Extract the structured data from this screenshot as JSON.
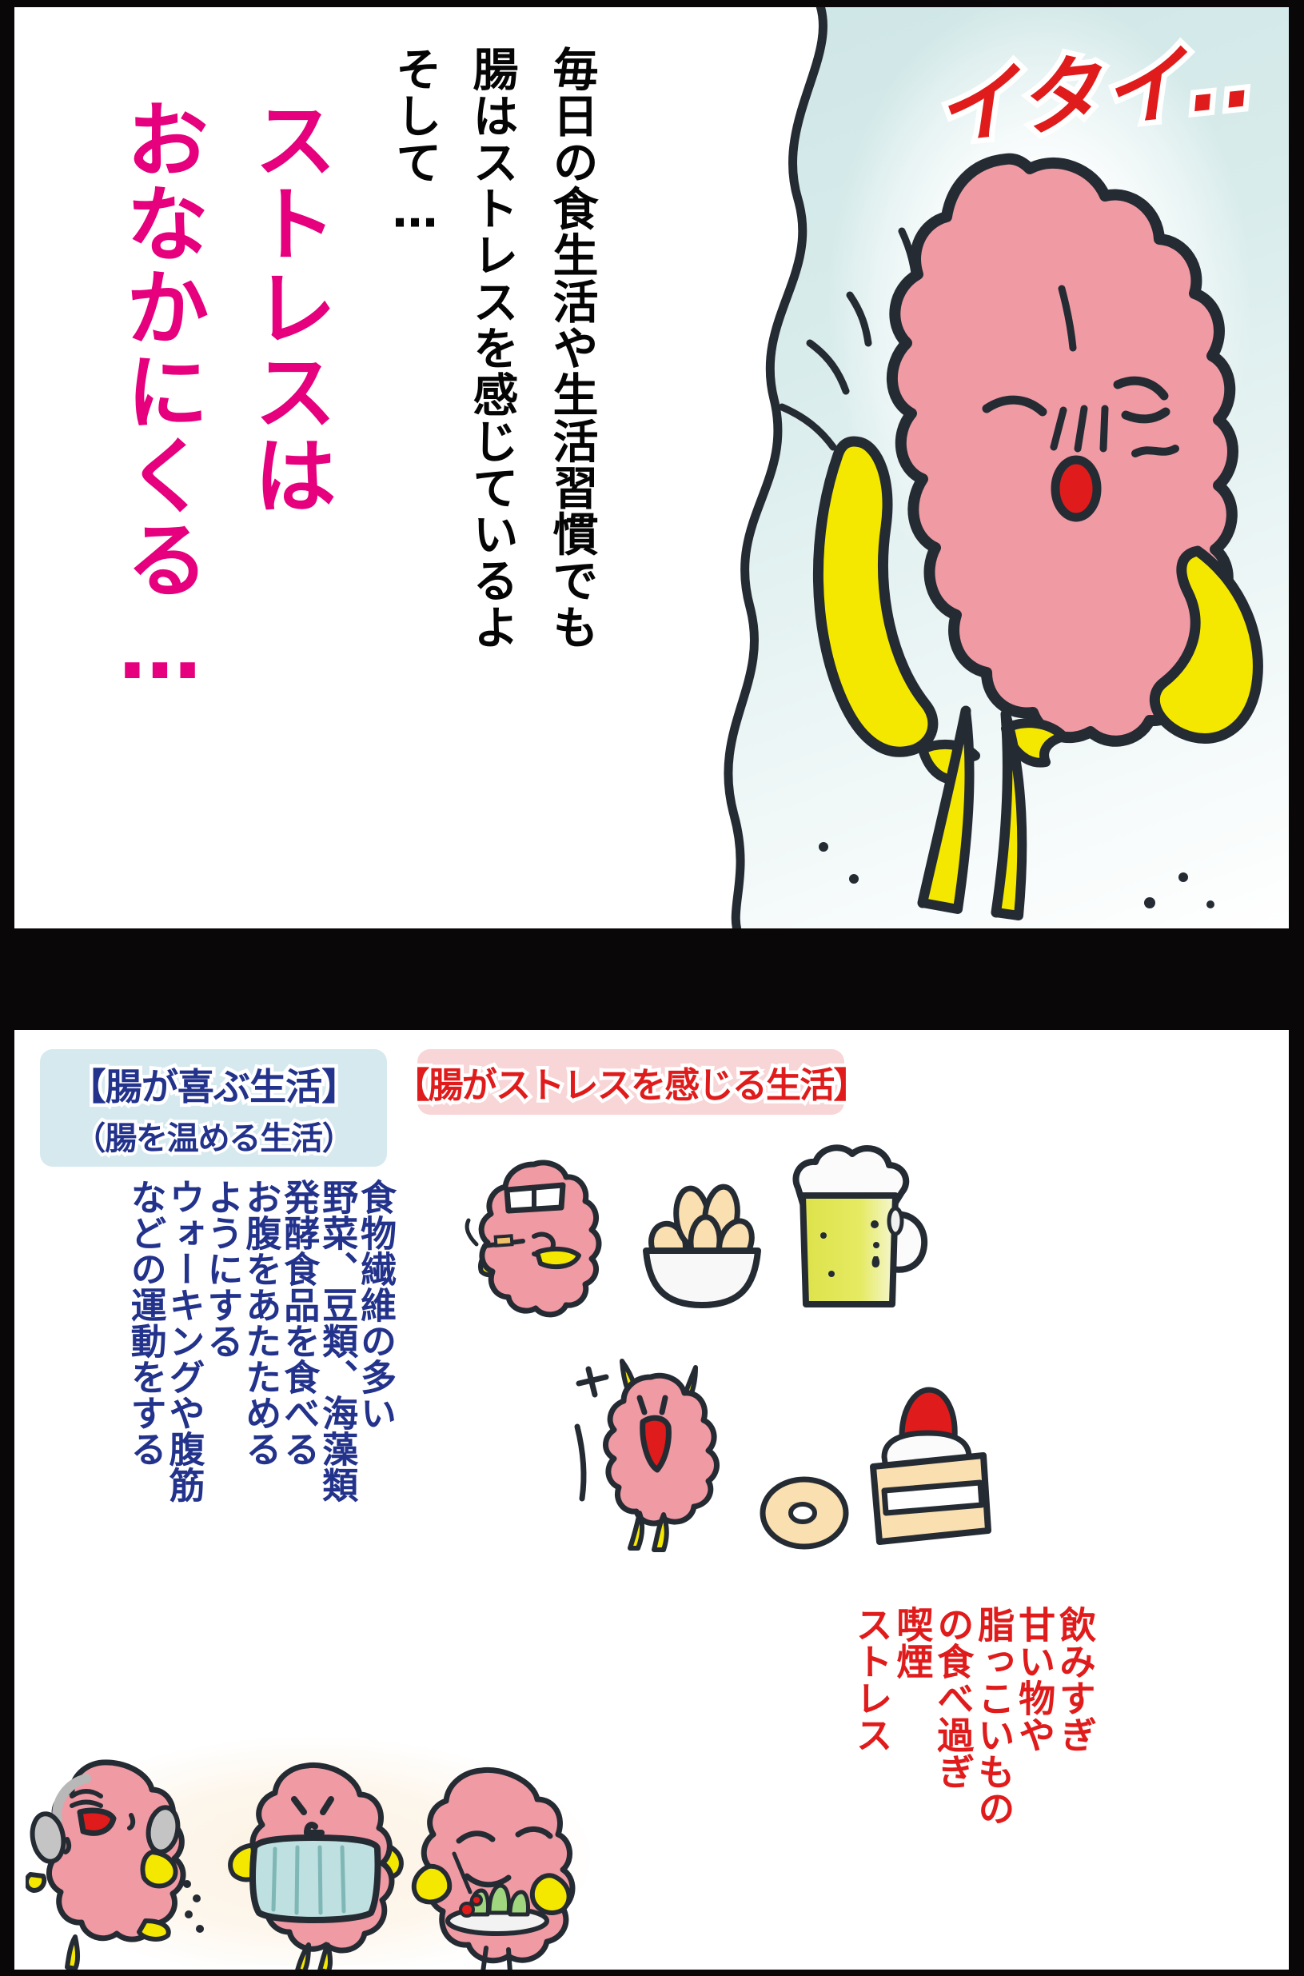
{
  "page": {
    "background_color": "#0a0708",
    "panel_background": "#ffffff"
  },
  "panel1": {
    "name": "stress-comes-to-belly-panel",
    "narration_lines": [
      "毎日の食生活や生活習慣でも",
      "腸はストレスを感じているよ",
      "そして…"
    ],
    "headline_lines": [
      "ストレスは",
      "おなかにくる…"
    ],
    "sound_effect": "イタイ..",
    "colors": {
      "headline": "#e6007e",
      "narration": "#050505",
      "sound_effect": "#e01b1b",
      "background_teal": "#cfe6e6",
      "character_body": "#f09aa4",
      "character_limbs": "#f5e800",
      "outline": "#252b33",
      "mouth": "#e01b1b"
    },
    "character": {
      "name": "intestine-mascot-in-pain",
      "expression": "pained"
    }
  },
  "panel2": {
    "name": "gut-lifestyle-comparison-panel",
    "left": {
      "header_main": "【腸が喜ぶ生活】",
      "header_sub": "（腸を温める生活）",
      "header_bg": "#d5e9ee",
      "text_color": "#23338c",
      "items": [
        "食物繊維の多い",
        "野菜、豆類、海藻類",
        "発酵食品を食べる",
        "お腹をあたためる",
        "ようにする",
        "ウォーキングや腹筋",
        "などの運動をする"
      ],
      "illustrations": [
        "walking-mascot-with-headphones",
        "mascot-with-belly-warmer",
        "mascot-eating-salad"
      ]
    },
    "right": {
      "header_main": "【腸がストレスを感じる生活】",
      "header_bg": "#f8d5d7",
      "text_color": "#e01b1b",
      "items": [
        "飲みすぎ",
        "甘い物や",
        "脂っこいもの",
        "の食べ過ぎ",
        "喫煙",
        "ストレス"
      ],
      "illustrations": [
        "mascot-smoking-with-sunglasses",
        "bowl-of-fried-food",
        "beer-mug",
        "angry-shouting-mascot",
        "donut",
        "strawberry-shortcake"
      ]
    }
  }
}
